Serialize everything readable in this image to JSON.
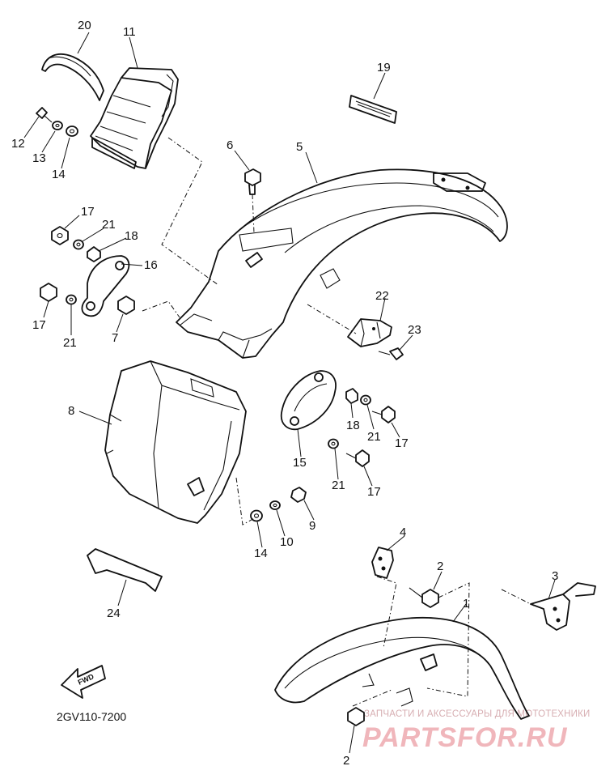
{
  "diagram": {
    "callouts": [
      "20",
      "11",
      "12",
      "13",
      "14",
      "19",
      "6",
      "5",
      "17",
      "21",
      "18",
      "16",
      "17",
      "21",
      "7",
      "22",
      "23",
      "8",
      "18",
      "21",
      "17",
      "15",
      "21",
      "17",
      "14",
      "10",
      "9",
      "4",
      "2",
      "3",
      "1",
      "24",
      "2"
    ],
    "drawing_code": "2GV110-7200",
    "forward_mark": "FWD"
  },
  "watermark": {
    "tagline": "ЗАПЧАСТИ И АКСЕССУАРЫ ДЛЯ МОТОТЕХНИКИ",
    "brand": "PARTSFOR.RU"
  }
}
